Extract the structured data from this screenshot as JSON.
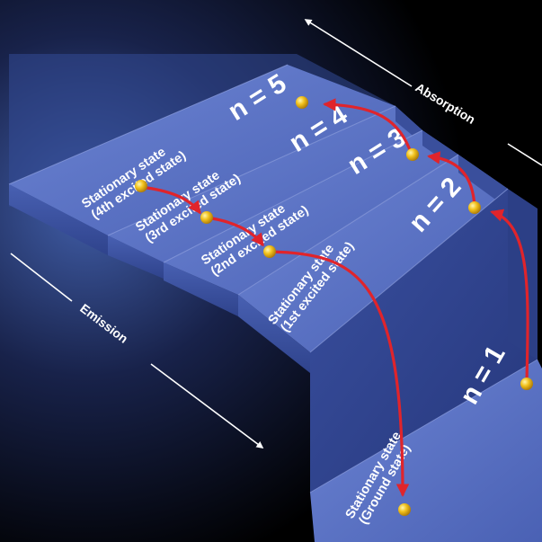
{
  "colors": {
    "background": "#000000",
    "step_top": "#5a72c4",
    "step_front": "#3e55a6",
    "transition_arrow": "#e0242b",
    "electron": "#f2c21d",
    "text": "#ffffff"
  },
  "levels": [
    {
      "n_label": "n = 1",
      "state_line1": "Stationary state",
      "state_line2": "(Ground state)"
    },
    {
      "n_label": "n = 2",
      "state_line1": "Stationary state",
      "state_line2": "(1st excited state)"
    },
    {
      "n_label": "n = 3",
      "state_line1": "Stationary state",
      "state_line2": "(2nd excited state)"
    },
    {
      "n_label": "n = 4",
      "state_line1": "Stationary state",
      "state_line2": "(3rd excited state)"
    },
    {
      "n_label": "n = 5",
      "state_line1": "Stationary state",
      "state_line2": "(4th excited state)"
    }
  ],
  "labels": {
    "absorption": "Absorption",
    "emission": "Emission"
  },
  "icons": {
    "electron": "electron-dot-icon",
    "absorption_arrow": "arrow-up-left-icon",
    "emission_arrow": "arrow-down-right-icon"
  }
}
